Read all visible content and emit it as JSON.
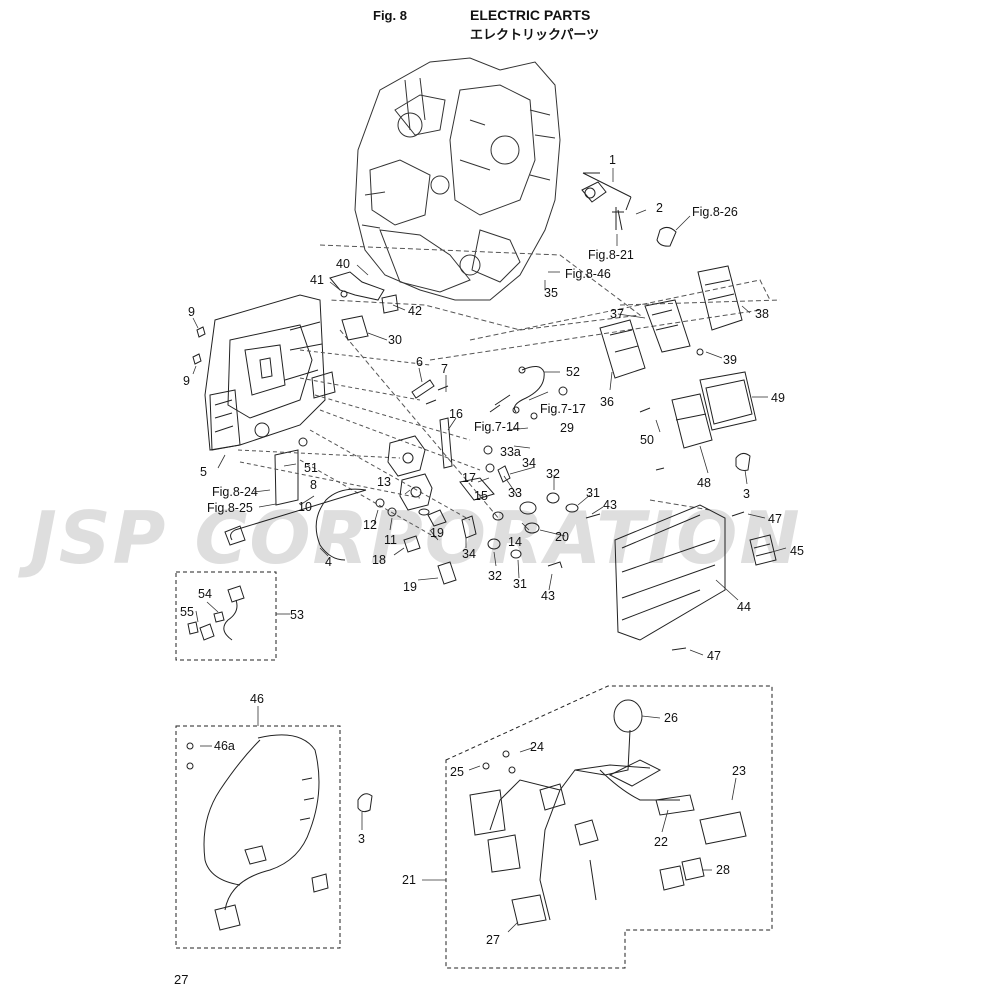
{
  "header": {
    "fig_number": "Fig. 8",
    "title_en": "ELECTRIC PARTS",
    "title_jp": "エレクトリックパーツ"
  },
  "page_number": "27",
  "watermark": "JSP CORPORATION",
  "colors": {
    "line": "#222222",
    "watermark": "#c8c8c8"
  },
  "callouts": {
    "c1": "1",
    "c2": "2",
    "c3a": "3",
    "c3b": "3",
    "c4": "4",
    "c5": "5",
    "c6": "6",
    "c7": "7",
    "c8": "8",
    "c9a": "9",
    "c9b": "9",
    "c10": "10",
    "c11": "11",
    "c12": "12",
    "c13": "13",
    "c14": "14",
    "c15": "15",
    "c16": "16",
    "c17": "17",
    "c18": "18",
    "c19a": "19",
    "c19b": "19",
    "c20": "20",
    "c21": "21",
    "c22": "22",
    "c23": "23",
    "c24": "24",
    "c25": "25",
    "c26": "26",
    "c27": "27",
    "c28": "28",
    "c29": "29",
    "c30": "30",
    "c31a": "31",
    "c31b": "31",
    "c32a": "32",
    "c32b": "32",
    "c33": "33",
    "c33a": "33a",
    "c34a": "34",
    "c34b": "34",
    "c35": "35",
    "c36": "36",
    "c37": "37",
    "c38": "38",
    "c39": "39",
    "c40": "40",
    "c41": "41",
    "c42": "42",
    "c43a": "43",
    "c43b": "43",
    "c44": "44",
    "c45": "45",
    "c46": "46",
    "c46a": "46a",
    "c47a": "47",
    "c47b": "47",
    "c48": "48",
    "c49": "49",
    "c50": "50",
    "c51": "51",
    "c52": "52",
    "c53": "53",
    "c54": "54",
    "c55": "55",
    "r826": "Fig.8-26",
    "r821": "Fig.8-21",
    "r846": "Fig.8-46",
    "r717": "Fig.7-17",
    "r714": "Fig.7-14",
    "r824": "Fig.8-24",
    "r825": "Fig.8-25"
  }
}
